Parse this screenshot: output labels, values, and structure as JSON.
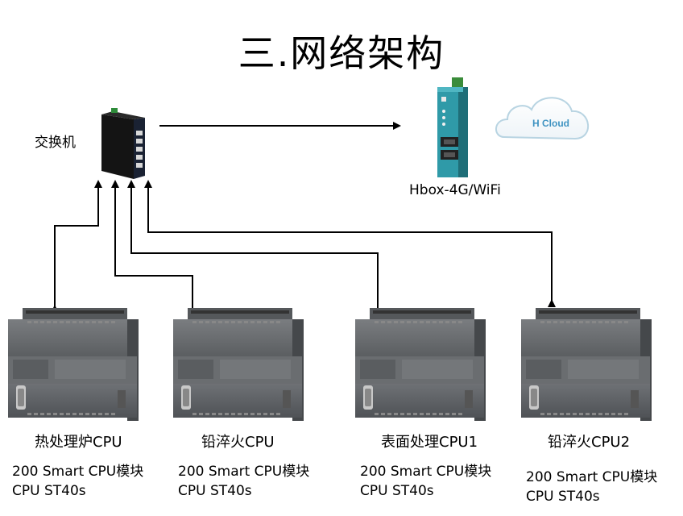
{
  "title": "三.网络架构",
  "switch": {
    "label": "交换机"
  },
  "hbox": {
    "label": "Hbox-4G/WiFi"
  },
  "cloud": {
    "label": "H Cloud"
  },
  "cpus": [
    {
      "name": "热处理炉CPU",
      "model": "200 Smart CPU模块",
      "type": "CPU ST40s"
    },
    {
      "name": "铅淬火CPU",
      "model": "200 Smart CPU模块",
      "type": "CPU ST40s"
    },
    {
      "name": "表面处理CPU1",
      "model": "200 Smart CPU模块",
      "type": "CPU ST40s"
    },
    {
      "name": "铅淬火CPU2",
      "model": "200 Smart CPU模块",
      "type": "CPU ST40s"
    }
  ]
}
